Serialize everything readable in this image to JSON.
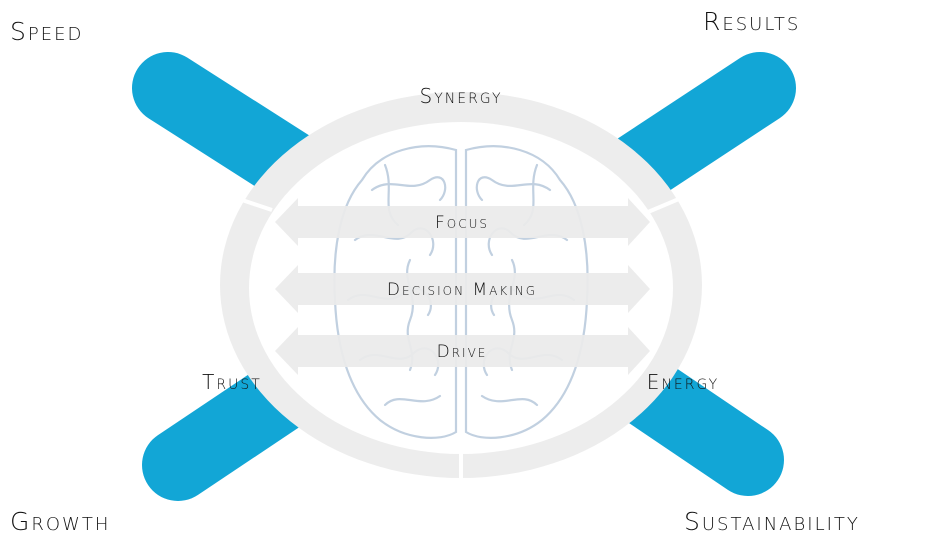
{
  "corners": {
    "top_left": "Speed",
    "top_right": "Results",
    "bottom_left": "Growth",
    "bottom_right": "Sustainability"
  },
  "ring_labels": {
    "top": "Synergy",
    "left": "Trust",
    "right": "Energy"
  },
  "bands": [
    {
      "label": "Focus"
    },
    {
      "label": "Decision Making"
    },
    {
      "label": "Drive"
    }
  ],
  "colors": {
    "arm": "#12a6d6",
    "ring": "#eeeeee",
    "band": "#ebebeb",
    "brain": "#b7c8db",
    "text": "#111111"
  }
}
